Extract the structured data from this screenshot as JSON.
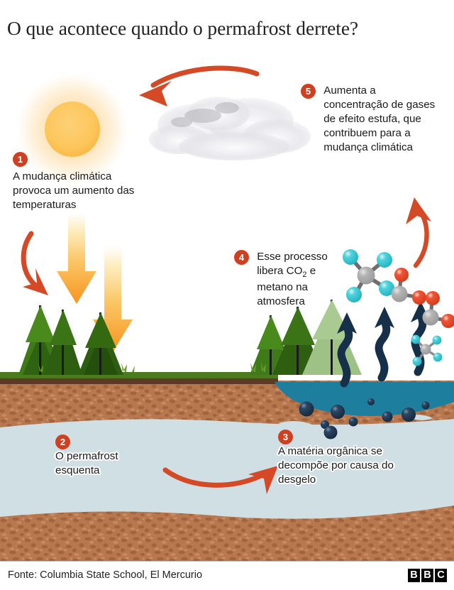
{
  "title": "O que acontece quando o permafrost derrete?",
  "steps": [
    {
      "number": "1",
      "text": "A mudança climática provoca um aumento das temperaturas"
    },
    {
      "number": "2",
      "text": "O permafrost esquenta"
    },
    {
      "number": "3",
      "text": "A matéria orgânica se decompõe por causa do desgelo"
    },
    {
      "number": "4",
      "text_before": "Esse processo libera CO",
      "subscript": "2",
      "text_after": " e metano na atmosfera"
    },
    {
      "number": "5",
      "text": "Aumenta a concentração de gases de efeito estufa, que contribuem para a mudança climática"
    }
  ],
  "footer": {
    "source": "Fonte: Columbia State School, El Mercurio",
    "logo_letters": [
      "B",
      "B",
      "C"
    ]
  },
  "scene": {
    "sun_label": "sun",
    "cloud_label": "cloud",
    "lake_label": "thaw-lake",
    "permafrost_label": "permafrost-layer",
    "soil_label": "soil-layer",
    "trees_label": "boreal-forest",
    "molecules": [
      {
        "kind": "methane",
        "formula": "CH4"
      },
      {
        "kind": "carbon-dioxide",
        "formula": "CO2"
      },
      {
        "kind": "carbon-dioxide",
        "formula": "CO2"
      },
      {
        "kind": "methane",
        "formula": "CH4"
      }
    ]
  },
  "colors": {
    "accent_red": "#cf3f21",
    "badge": "#cf3f21",
    "sun": "#fdc75e",
    "lake": "#1d7e9e",
    "permafrost": "#cfdfe4",
    "soil": "#b5764e",
    "soil_dark": "#5c3a23",
    "grass": "#4c7a1f",
    "arrow_navy": "#17304a",
    "heat_arrow": "#f59a23",
    "molecule_gray": "#a8a8a8",
    "molecule_cyan": "#31c2cf",
    "molecule_red": "#e8452c",
    "cloud": "#d8d8dc",
    "text": "#1a1a1a"
  }
}
